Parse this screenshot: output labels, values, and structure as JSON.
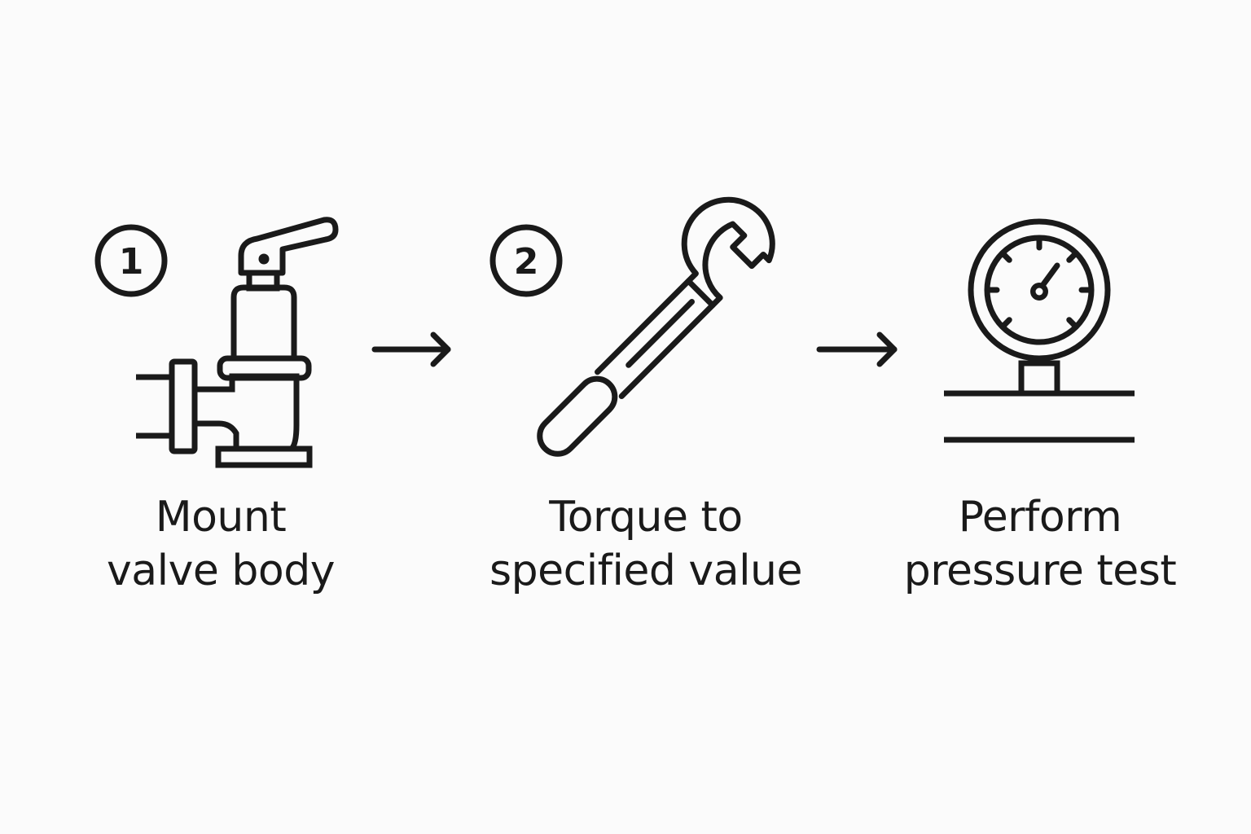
{
  "steps": [
    {
      "number": "1",
      "icon": "valve-icon",
      "label_lines": [
        "Mount",
        "valve body"
      ]
    },
    {
      "number": "2",
      "icon": "wrench-icon",
      "label_lines": [
        "Torque to",
        "specified value"
      ]
    },
    {
      "number": "",
      "icon": "pressure-gauge-icon",
      "label_lines": [
        "Perform",
        "pressure test"
      ]
    }
  ],
  "connectors": [
    "arrow-right-icon",
    "arrow-right-icon"
  ],
  "colors": {
    "background": "#fbfbfb",
    "ink": "#1a1a1a"
  }
}
